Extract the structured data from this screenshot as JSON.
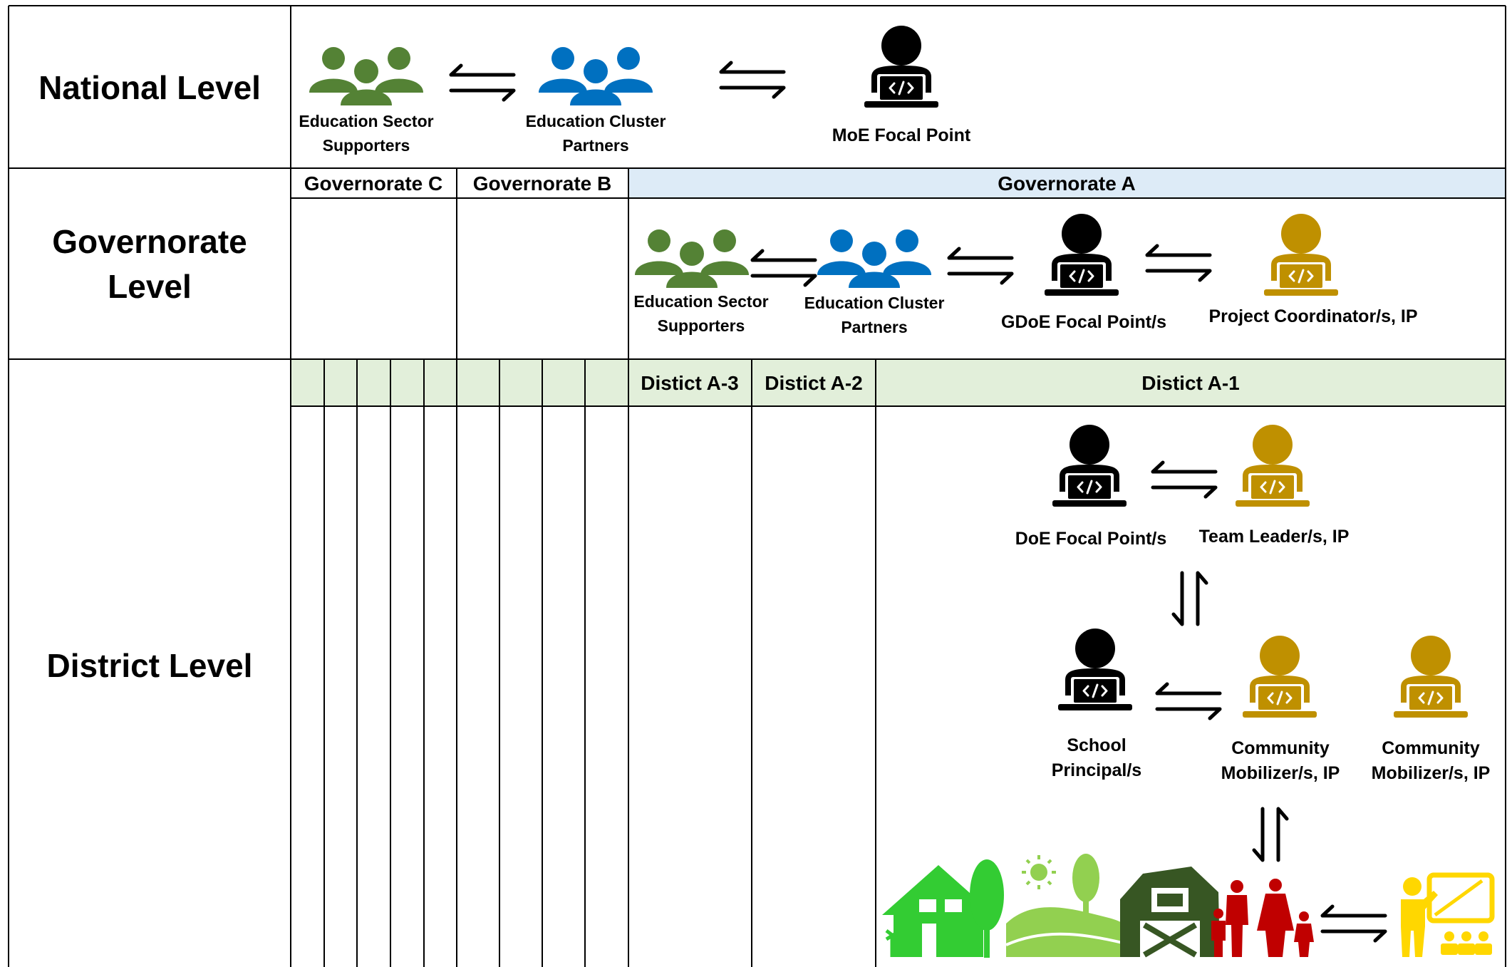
{
  "levels": {
    "national": "National Level",
    "governorate_line1": "Governorate",
    "governorate_line2": "Level",
    "district": "District Level"
  },
  "governorates": {
    "c": "Governorate C",
    "b": "Governorate B",
    "a": "Governorate A"
  },
  "districts": {
    "a3": "Distict A-3",
    "a2": "Distict A-2",
    "a1": "Distict A-1"
  },
  "national": {
    "sector_supporters": [
      "Education Sector",
      "Supporters"
    ],
    "cluster_partners": [
      "Education Cluster",
      "Partners"
    ],
    "moe_focal_point": "MoE Focal Point"
  },
  "governorate": {
    "sector_supporters": [
      "Education Sector",
      "Supporters"
    ],
    "cluster_partners": [
      "Education Cluster",
      "Partners"
    ],
    "gdoe_focal_point": "GDoE Focal Point/s",
    "project_coordinator": "Project Coordinator/s, IP"
  },
  "district": {
    "doe_focal_point": "DoE Focal Point/s",
    "team_leader": "Team Leader/s, IP",
    "school_principal": [
      "School",
      "Principal/s"
    ],
    "community_mobilizer_1": [
      "Community",
      "Mobilizer/s, IP"
    ],
    "community_mobilizer_2": [
      "Community",
      "Mobilizer/s, IP"
    ]
  },
  "colors": {
    "green_group": "#548235",
    "blue_group": "#0070C0",
    "ip_gold": "#BF9000",
    "gov_header_fill": "#DDEBF7",
    "dist_header_fill": "#E2EFDA",
    "house_green": "#33CC33",
    "hills_green": "#92D050",
    "barn_green": "#375623",
    "family_red": "#C00000",
    "teacher_yellow": "#FFD700"
  }
}
